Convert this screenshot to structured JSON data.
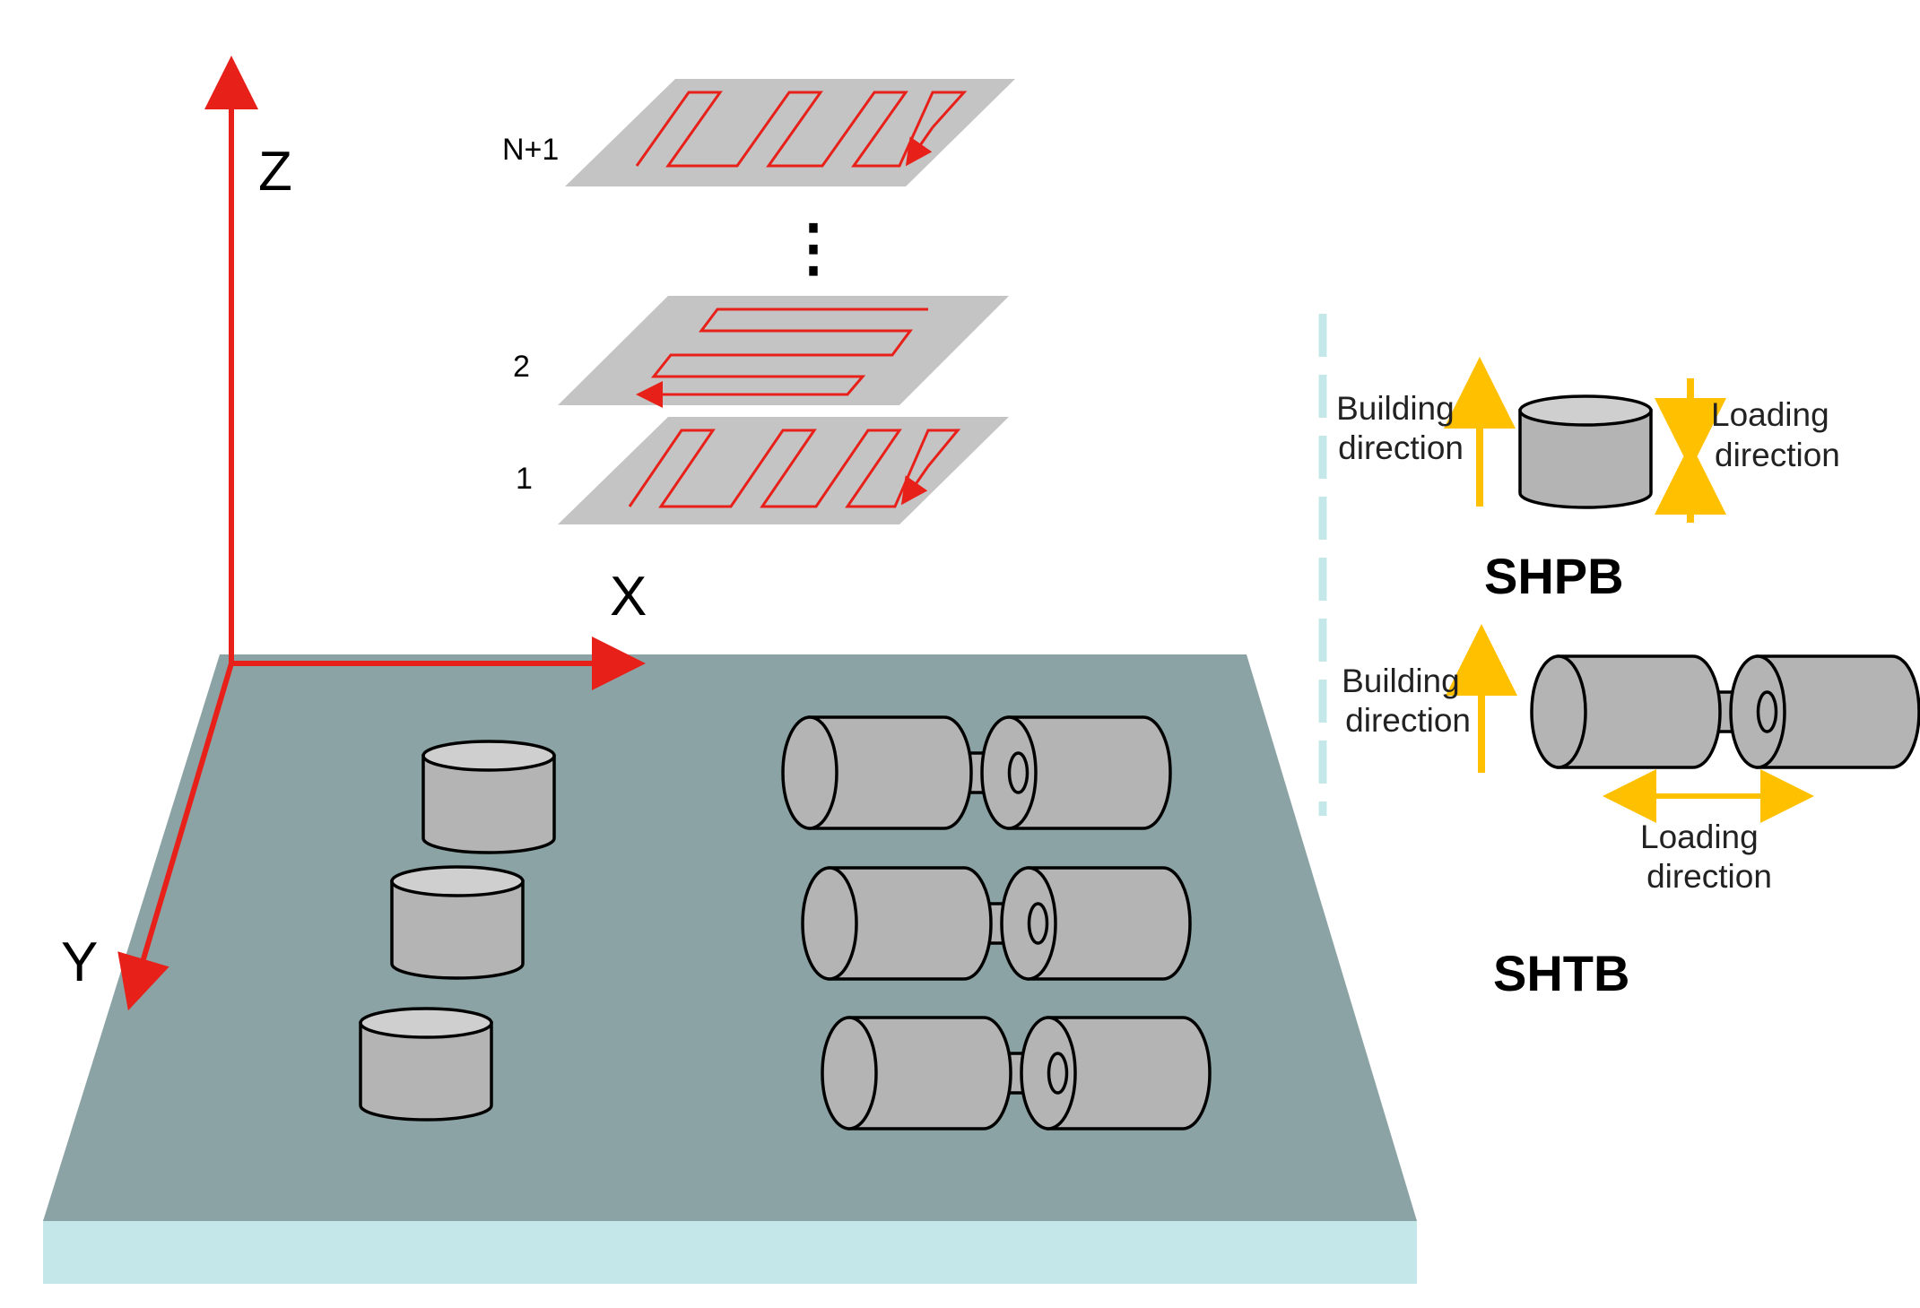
{
  "axes": {
    "x": "X",
    "y": "Y",
    "z": "Z"
  },
  "layers": [
    {
      "label": "N+1",
      "scan": "zigzag-vertical"
    },
    {
      "label": "2",
      "scan": "zigzag-horizontal"
    },
    {
      "label": "1",
      "scan": "zigzag-vertical"
    }
  ],
  "ellipsis": "⋮",
  "shpb": {
    "building_direction": [
      "Building",
      "direction"
    ],
    "loading_direction": [
      "Loading",
      "direction"
    ],
    "title": "SHPB"
  },
  "shtb": {
    "building_direction": [
      "Building",
      "direction"
    ],
    "loading_direction": [
      "Loading",
      "direction"
    ],
    "title": "SHTB"
  },
  "colors": {
    "axis": "#e8201a",
    "plate_top": "#8ca3a5",
    "plate_edge": "#c4e8ea",
    "layer_sheet": "#c4c4c4",
    "part_fill": "#b4b4b4",
    "direction_arrow": "#ffc000",
    "divider": "#c4e8ea"
  }
}
